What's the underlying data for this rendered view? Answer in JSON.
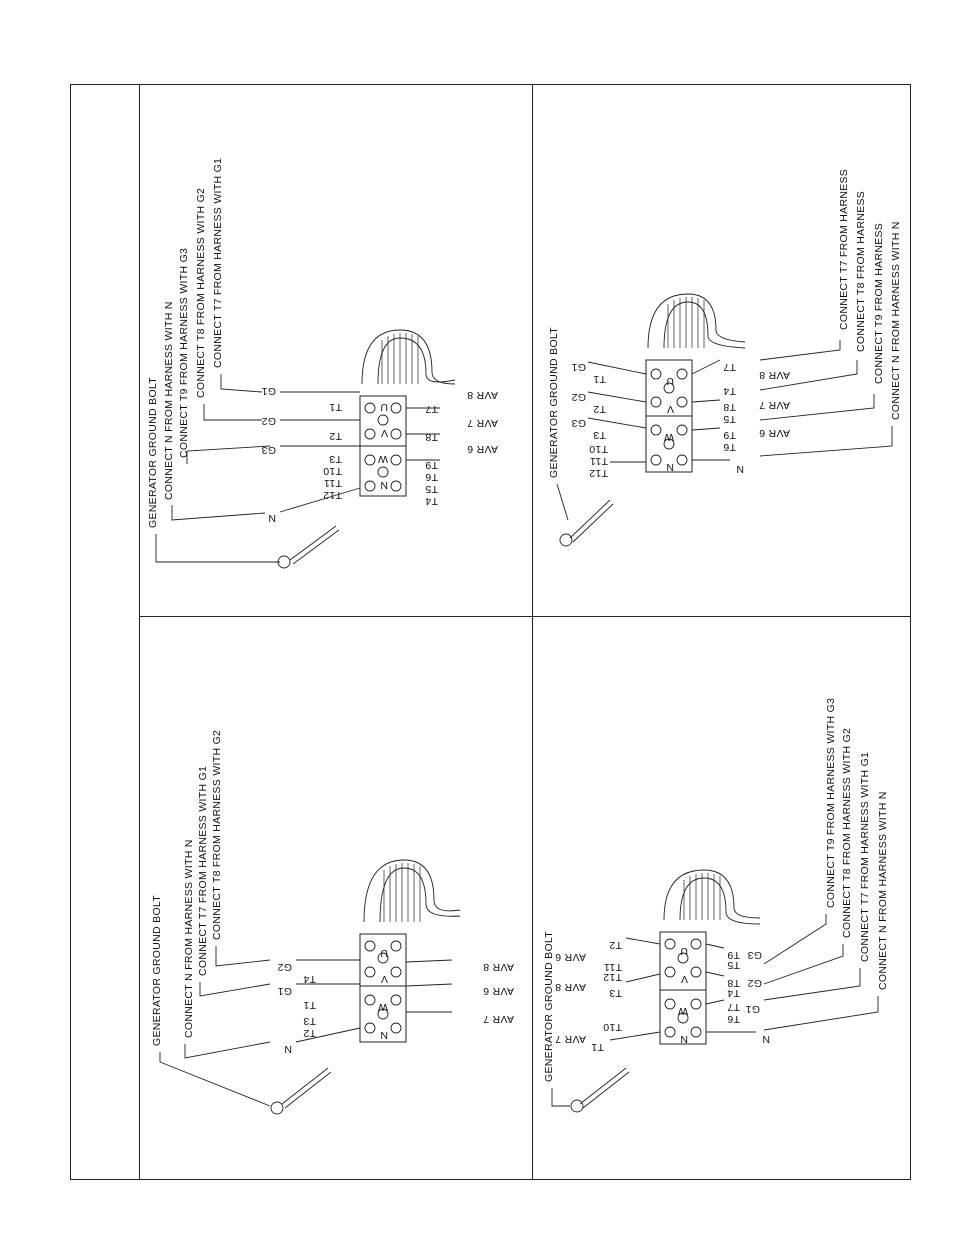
{
  "panels": {
    "top_left": {
      "ground_bolt": "GENERATOR GROUND BOLT",
      "instructions": [
        "CONNECT N FROM HARNESS WITH N",
        "CONNECT T9 FROM HARNESS WITH G3",
        "CONNECT T8 FROM HARNESS WITH G2",
        "CONNECT T7 FROM HARNESS WITH G1"
      ],
      "left_labels": [
        "G1",
        "G2",
        "G3",
        "N"
      ],
      "terminal_labels_in": [
        "T1",
        "T2",
        "T3",
        "T10",
        "T11",
        "T12"
      ],
      "terminal_labels_out": [
        "T7",
        "T8",
        "T9",
        "T6",
        "T5",
        "T4"
      ],
      "avr_labels": [
        "AVR 8",
        "AVR 7",
        "AVR 6"
      ],
      "block_letters": [
        "U",
        "V",
        "W",
        "N"
      ]
    },
    "top_right": {
      "ground_bolt": "GENERATOR GROUND BOLT",
      "instructions": [
        "CONNECT T7 FROM HARNESS",
        "CONNECT T8 FROM HARNESS",
        "CONNECT T9 FROM HARNESS",
        "CONNECT N FROM HARNESS WITH N"
      ],
      "left_labels": [
        "G1",
        "T1",
        "G2",
        "T2",
        "G3",
        "T3",
        "T10",
        "T11",
        "T12"
      ],
      "right_labels": [
        "T7",
        "T4",
        "T8",
        "T5",
        "T9",
        "T6",
        "N"
      ],
      "avr_labels": [
        "AVR 8",
        "AVR 7",
        "AVR 6"
      ],
      "block_letters": [
        "U",
        "V",
        "W",
        "N"
      ]
    },
    "bottom_left": {
      "ground_bolt": "GENERATOR GROUND BOLT",
      "instructions": [
        "CONNECT N FROM HARNESS WITH N",
        "CONNECT T7 FROM HARNESS WITH G1",
        "CONNECT T8 FROM HARNESS WITH G2"
      ],
      "left_labels": [
        "G2",
        "T4",
        "G1",
        "T1",
        "T3",
        "T2",
        "N"
      ],
      "avr_labels": [
        "AVR 8",
        "AVR 6",
        "AVR 7"
      ],
      "block_letters": [
        "U",
        "V",
        "W",
        "N"
      ]
    },
    "bottom_right": {
      "ground_bolt": "GENERATOR GROUND BOLT",
      "instructions": [
        "CONNECT T9 FROM HARNESS WITH G3",
        "CONNECT T8 FROM HARNESS WITH G2",
        "CONNECT T7 FROM HARNESS WITH G1",
        "CONNECT N FROM HARNESS WITH N"
      ],
      "left_labels": [
        "T2",
        "T11",
        "T12",
        "T3",
        "T10",
        "T1"
      ],
      "avr_labels": [
        "AVR 6",
        "AVR 8",
        "AVR 7"
      ],
      "right_labels": [
        "G3",
        "T9",
        "T5",
        "G2",
        "T8",
        "T4",
        "G1",
        "T7",
        "T6",
        "N"
      ],
      "block_letters": [
        "U",
        "V",
        "W",
        "N"
      ]
    }
  }
}
